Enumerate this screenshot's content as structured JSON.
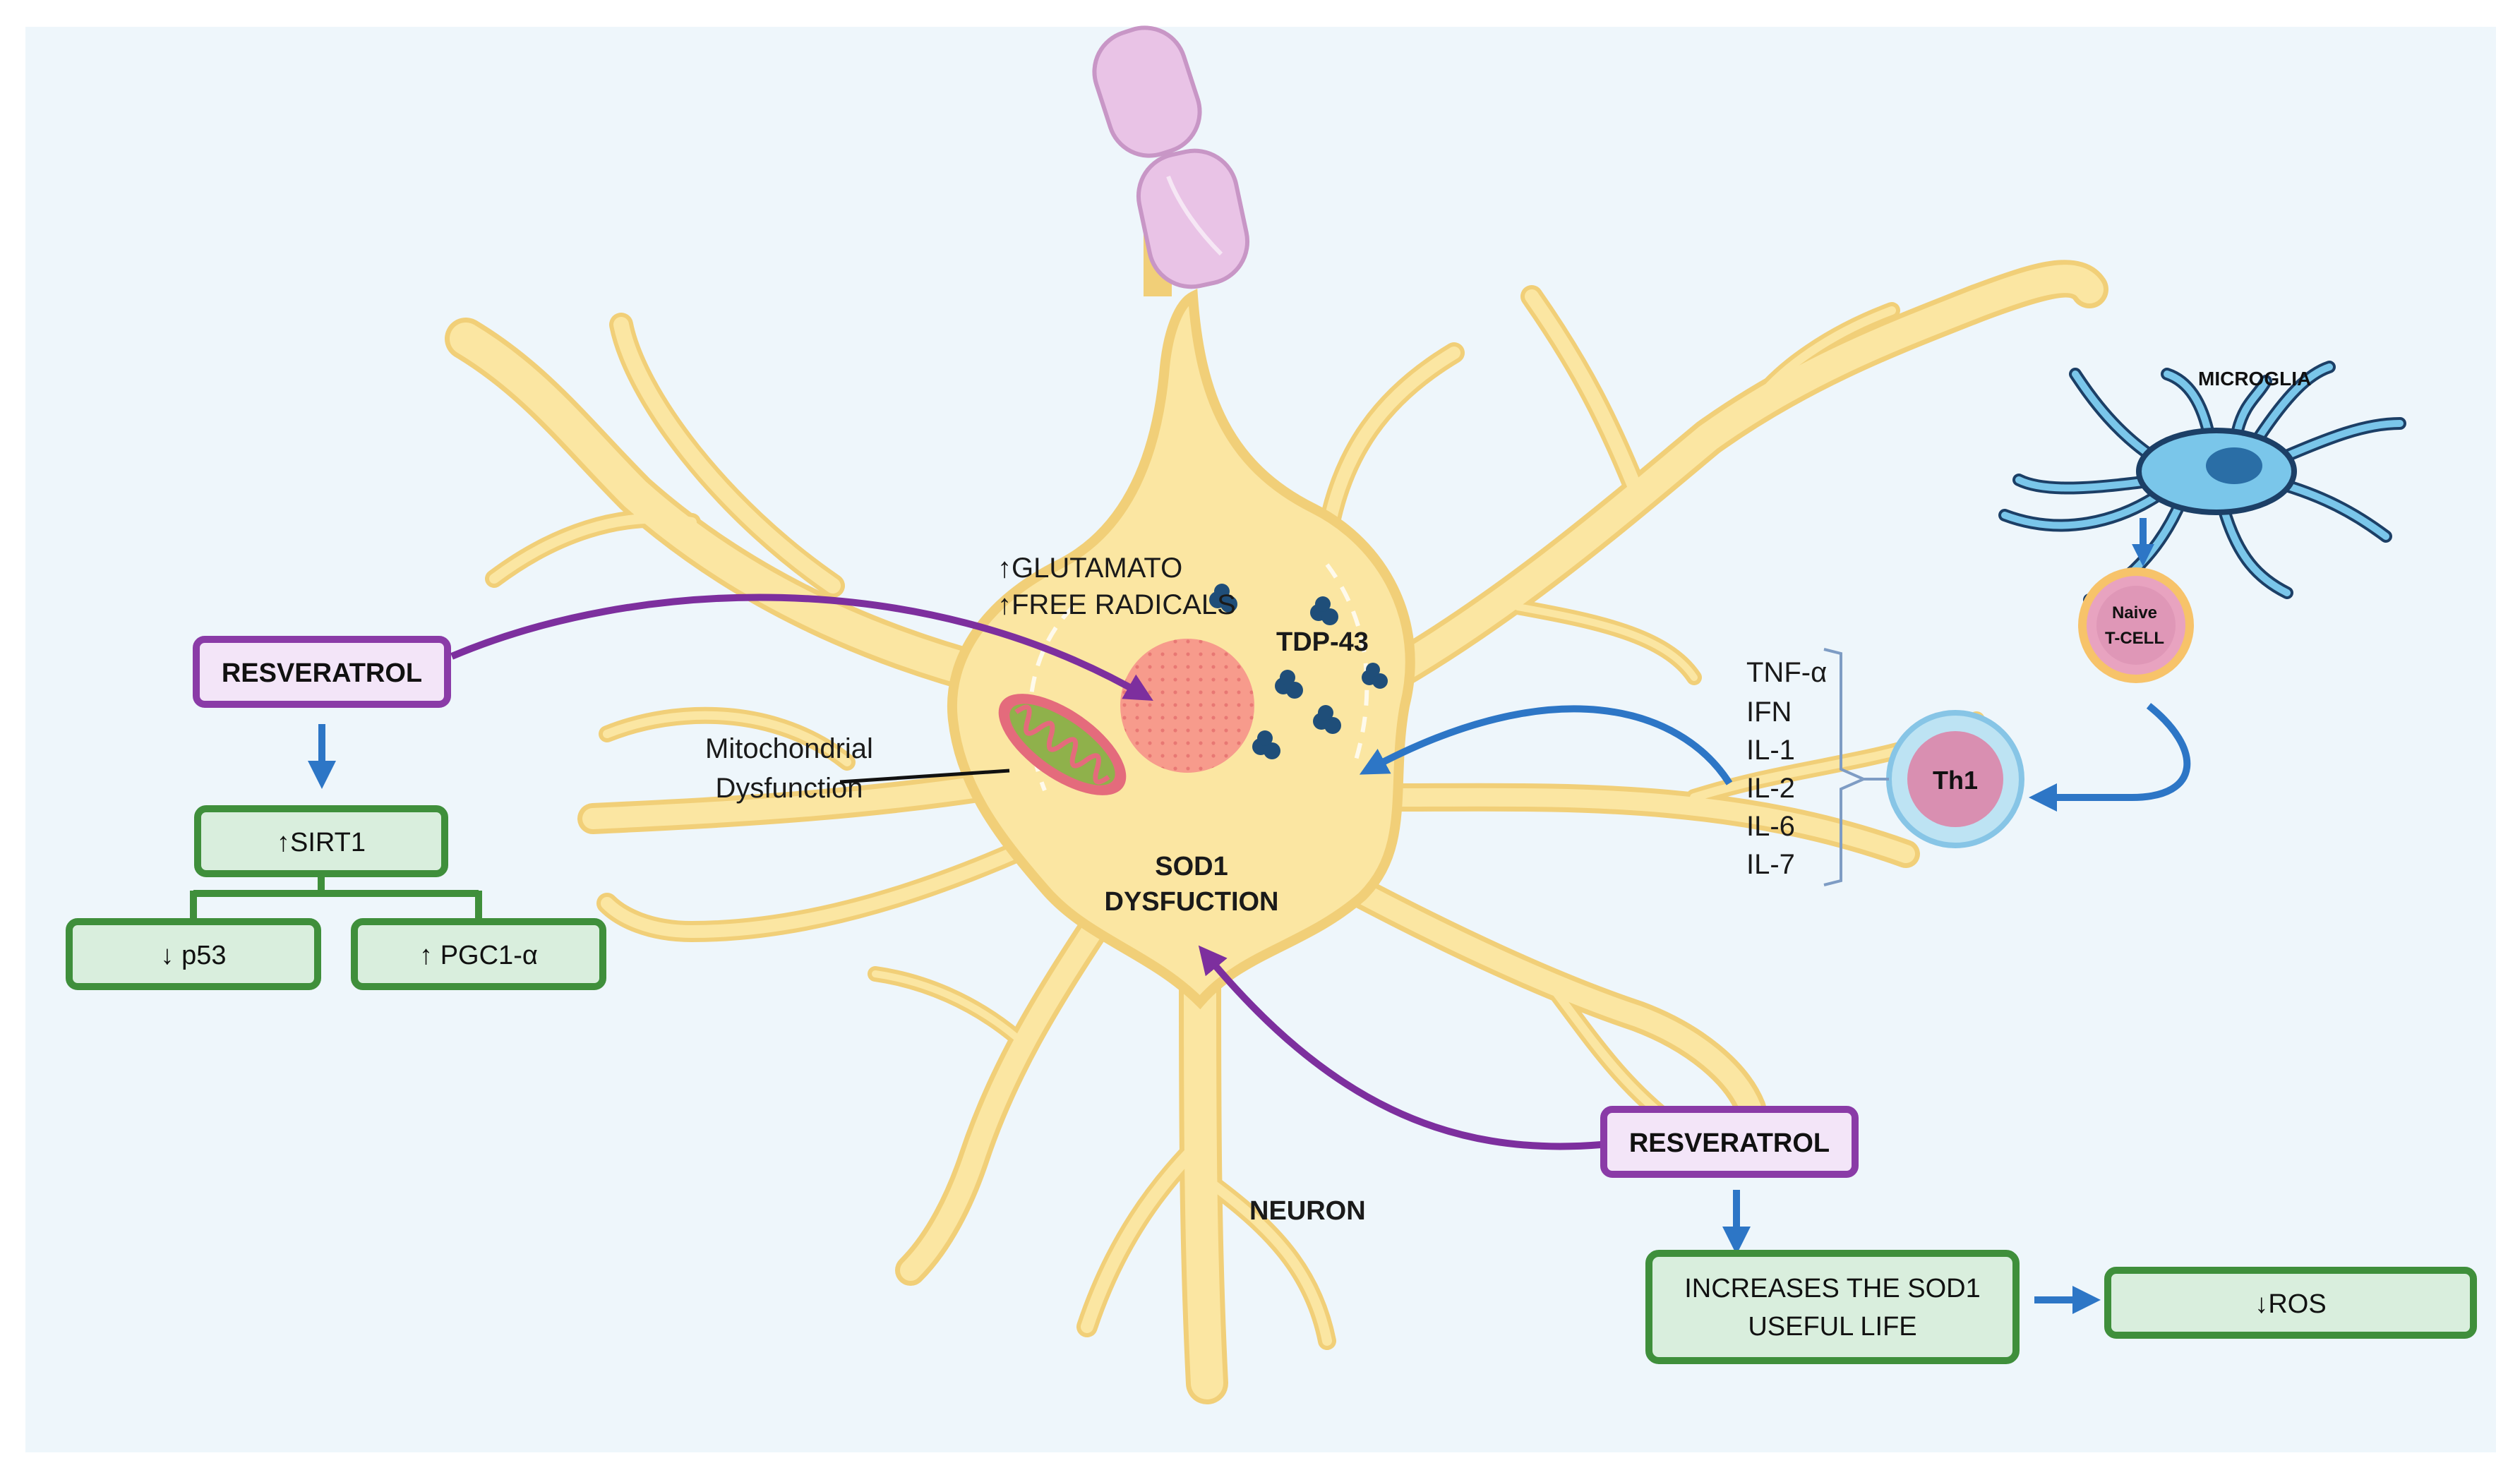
{
  "diagram": {
    "neuron": {
      "label": "NEURON",
      "glutamate": "↑GLUTAMATO",
      "free_radicals": "↑FREE RADICALS",
      "tdp43": "TDP-43",
      "sod1_line1": "SOD1",
      "sod1_line2": "DYSFUCTION",
      "mito_line1": "Mitochondrial",
      "mito_line2": "Dysfunction"
    },
    "left_pathway": {
      "resveratrol": "RESVERATROL",
      "sirt1": "↑SIRT1",
      "p53": "↓ p53",
      "pgc1": "↑ PGC1-α"
    },
    "right_pathway": {
      "resveratrol": "RESVERATROL",
      "increases_line1": "INCREASES THE SOD1",
      "increases_line2": "USEFUL LIFE",
      "ros": "↓ROS"
    },
    "immune": {
      "microglia": "MICROGLIA",
      "naive_line1": "Naive",
      "naive_line2": "T-CELL",
      "th1": "Th1",
      "cytokines": [
        "TNF-α",
        "IFN",
        "IL-1",
        "IL-2",
        "IL-6",
        "IL-7"
      ]
    },
    "colors": {
      "background": "#eef6fb",
      "neuron_fill": "#fbe6a2",
      "neuron_stroke": "#f1cf78",
      "box_fill": "#d9eedd",
      "box_stroke": "#3f8f3b",
      "resveratrol_fill": "#f3e5f8",
      "resveratrol_stroke": "#8a3ba7",
      "purple_arrow": "#7d2f9e",
      "blue_arrow": "#2d76c6"
    }
  }
}
